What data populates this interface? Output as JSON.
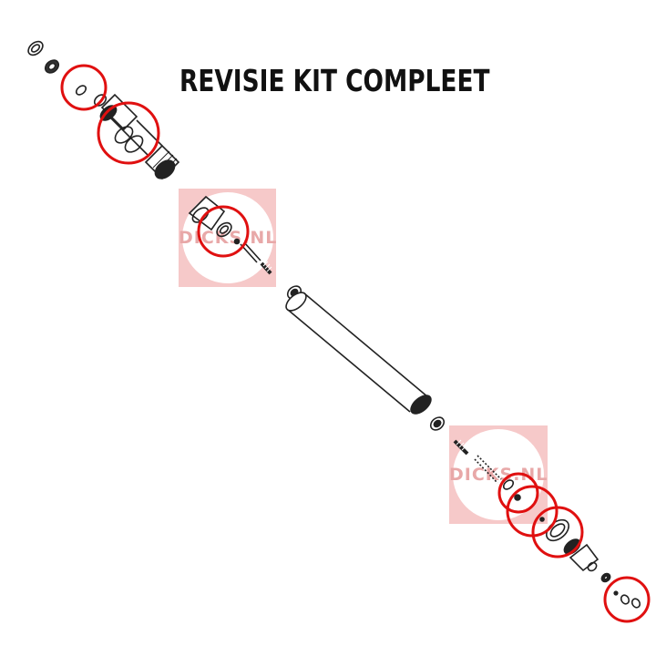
{
  "title": "REVISIE KIT COMPLEET",
  "watermark_text": "DICKS.NL",
  "highlight_color": "#e01010",
  "watermark_color": "#f6c9c9",
  "diagram": {
    "subject": "exploded view of shock absorber parts",
    "highlighted_parts": [
      "top-small-o-ring",
      "top-double-o-rings",
      "upper-valve-washers",
      "lower-valve-washers",
      "lower-large-washer",
      "bottom-end-o-rings"
    ]
  }
}
